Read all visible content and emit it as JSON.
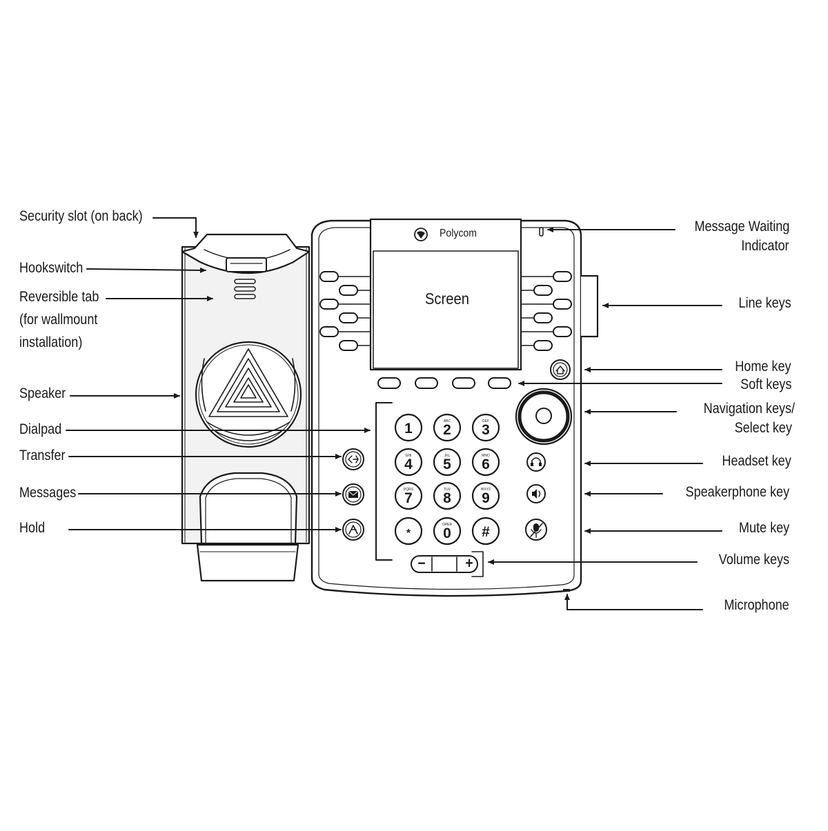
{
  "phone": {
    "brand": "Polycom",
    "screen_label": "Screen",
    "dialpad_keys": [
      {
        "digit": "1",
        "sub": ""
      },
      {
        "digit": "2",
        "sub": "ABC"
      },
      {
        "digit": "3",
        "sub": "DEF"
      },
      {
        "digit": "4",
        "sub": "GHI"
      },
      {
        "digit": "5",
        "sub": "JKL"
      },
      {
        "digit": "6",
        "sub": "MNO"
      },
      {
        "digit": "7",
        "sub": "PQRS"
      },
      {
        "digit": "8",
        "sub": "TUV"
      },
      {
        "digit": "9",
        "sub": "WXYZ"
      },
      {
        "digit": "*",
        "sub": ""
      },
      {
        "digit": "0",
        "sub": "OPER"
      },
      {
        "digit": "#",
        "sub": ""
      }
    ],
    "volume_minus": "−",
    "volume_plus": "+"
  },
  "labels_left": {
    "security_slot": "Security slot (on back)",
    "hookswitch": "Hookswitch",
    "reversible_tab_1": "Reversible tab",
    "reversible_tab_2": "(for wallmount",
    "reversible_tab_3": "installation)",
    "speaker": "Speaker",
    "dialpad": "Dialpad",
    "transfer": "Transfer",
    "messages": "Messages",
    "hold": "Hold"
  },
  "labels_right": {
    "mwi_1": "Message Waiting",
    "mwi_2": "Indicator",
    "line_keys": "Line keys",
    "home_key": "Home key",
    "soft_keys": "Soft keys",
    "nav_1": "Navigation keys/",
    "nav_2": "Select key",
    "headset_key": "Headset key",
    "speakerphone_key": "Speakerphone key",
    "mute_key": "Mute key",
    "volume_keys": "Volume keys",
    "microphone": "Microphone"
  },
  "icons": [
    "polycom-logo-icon",
    "home-icon",
    "transfer-icon",
    "messages-icon",
    "hold-icon",
    "headset-icon",
    "speakerphone-icon",
    "mute-icon"
  ]
}
